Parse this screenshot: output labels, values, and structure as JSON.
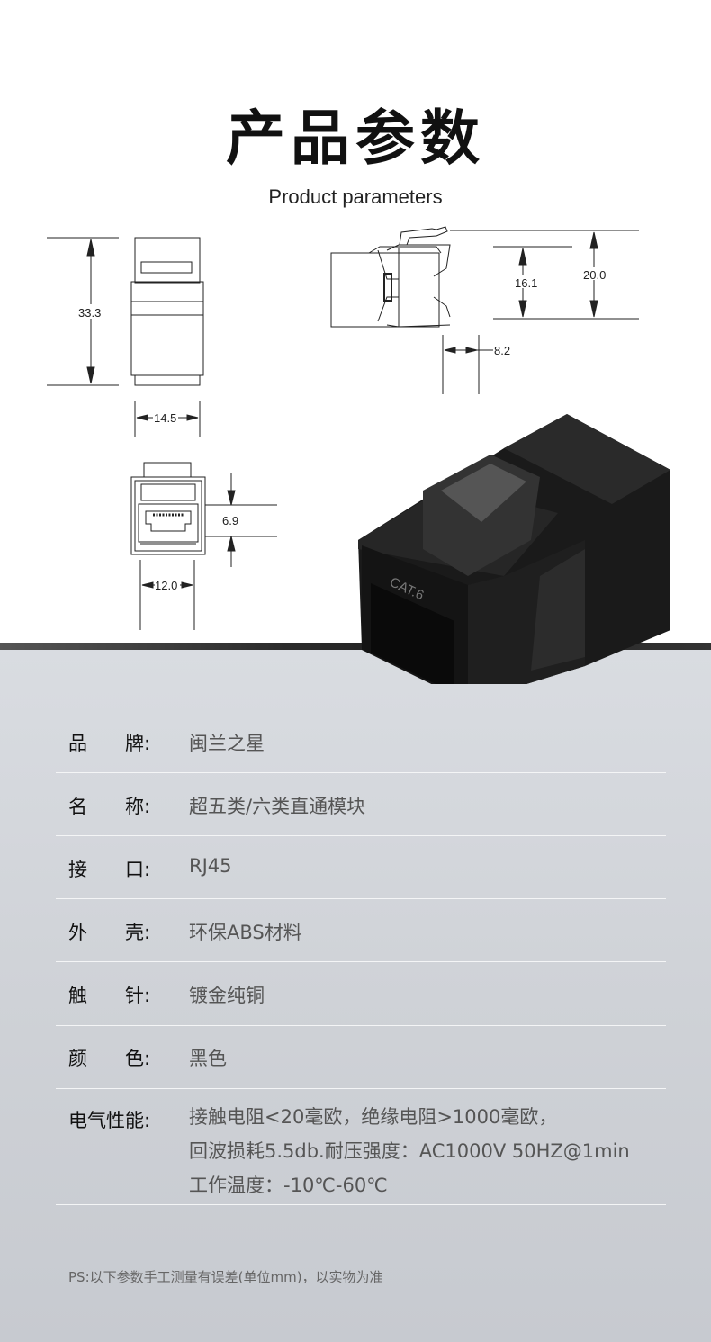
{
  "header": {
    "title": "产品参数",
    "subtitle": "Product parameters"
  },
  "dimensions": {
    "height_front": "33.3",
    "width_front": "14.5",
    "height_side_inner": "16.1",
    "height_side_outer": "20.0",
    "latch_width": "8.2",
    "port_height": "6.9",
    "port_width": "12.0"
  },
  "product_label": "CAT.6",
  "specs": [
    {
      "label": "品　　牌:",
      "value": "闽兰之星"
    },
    {
      "label": "名　　称:",
      "value": "超五类/六类直通模块"
    },
    {
      "label": "接　　口:",
      "value": "RJ45"
    },
    {
      "label": "外　　壳:",
      "value": "环保ABS材料"
    },
    {
      "label": "触　　针:",
      "value": "镀金纯铜"
    },
    {
      "label": "颜　　色:",
      "value": "黑色"
    }
  ],
  "electrical": {
    "label": "电气性能:",
    "lines": [
      "接触电阻<20毫欧，绝缘电阻>1000毫欧，",
      "回波损耗5.5db.耐压强度：AC1000V 50HZ@1min",
      "工作温度：-10℃-60℃"
    ]
  },
  "note": "PS:以下参数手工测量有误差(单位mm)，以实物为准"
}
